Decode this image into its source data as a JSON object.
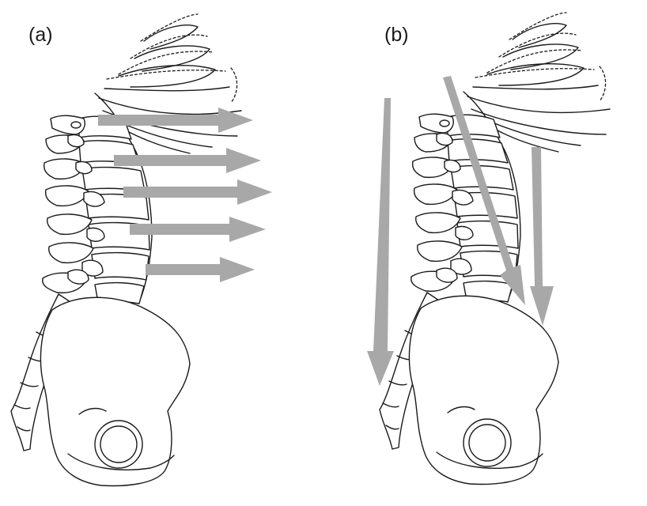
{
  "panels": [
    {
      "id": "a",
      "label": "(a)",
      "arrow_direction": "horizontal",
      "arrow_count": 5
    },
    {
      "id": "b",
      "label": "(b)",
      "arrow_direction": "vertical",
      "arrow_count": 3
    }
  ],
  "colors": {
    "arrow": "#a8a8a8",
    "ink": "#1a1a1a",
    "background": "#ffffff"
  }
}
